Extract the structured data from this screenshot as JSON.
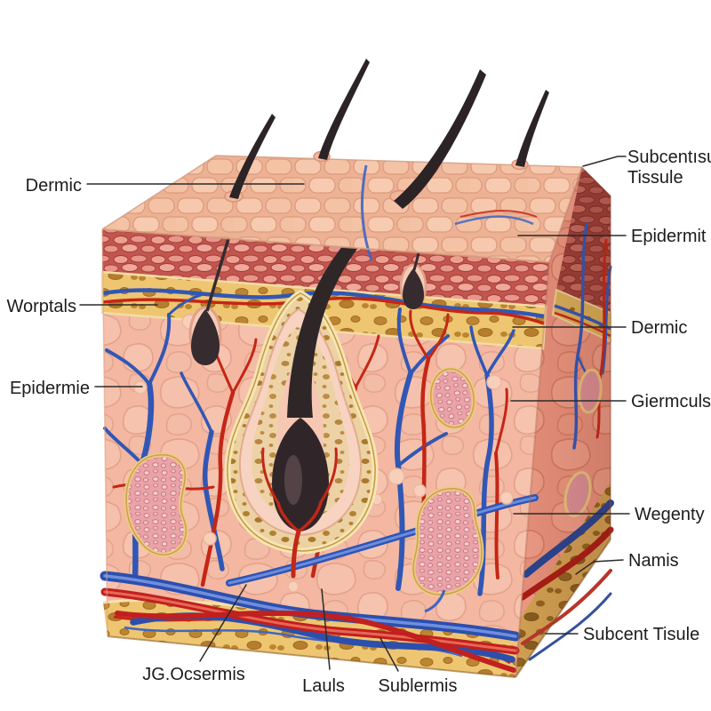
{
  "figure": {
    "labels": {
      "dermic_left": "Dermic",
      "worptals": "Worptals",
      "epidermie": "Epidermie",
      "subcentisul_line1": "Subcentısul",
      "subcentisul_line2": "Tissule",
      "epidermit": "Epidermit",
      "dermic_right": "Dermic",
      "giermculs": "Giermculs",
      "wegenty": "Wegenty",
      "namis": "Namis",
      "subcent_tisule": "Subcent Tisule",
      "jg_ocsermis": "JG.Ocsermis",
      "lauls": "Lauls",
      "sublermis": "Sublermis"
    },
    "palette": {
      "background": "#ffffff",
      "label_text": "#1c1c1c",
      "leader_line": "#2b2b2b",
      "skin_surface_cells": "#f3c1a6",
      "epidermis_brick_band": "#c2564f",
      "papillary_yellow_band": "#eec671",
      "dermis_front": "#f4b7a1",
      "dermis_side": "#e58f7a",
      "subcutaneous_fat": "#eec671",
      "subcutaneous_fat_side": "#cf9f52",
      "artery_red": "#c42616",
      "vein_blue": "#3157b5",
      "hair_shaft": "#2d2427",
      "follicle_sheath": "#ecd2a2",
      "gland_pink": "#eaa3a8"
    }
  }
}
